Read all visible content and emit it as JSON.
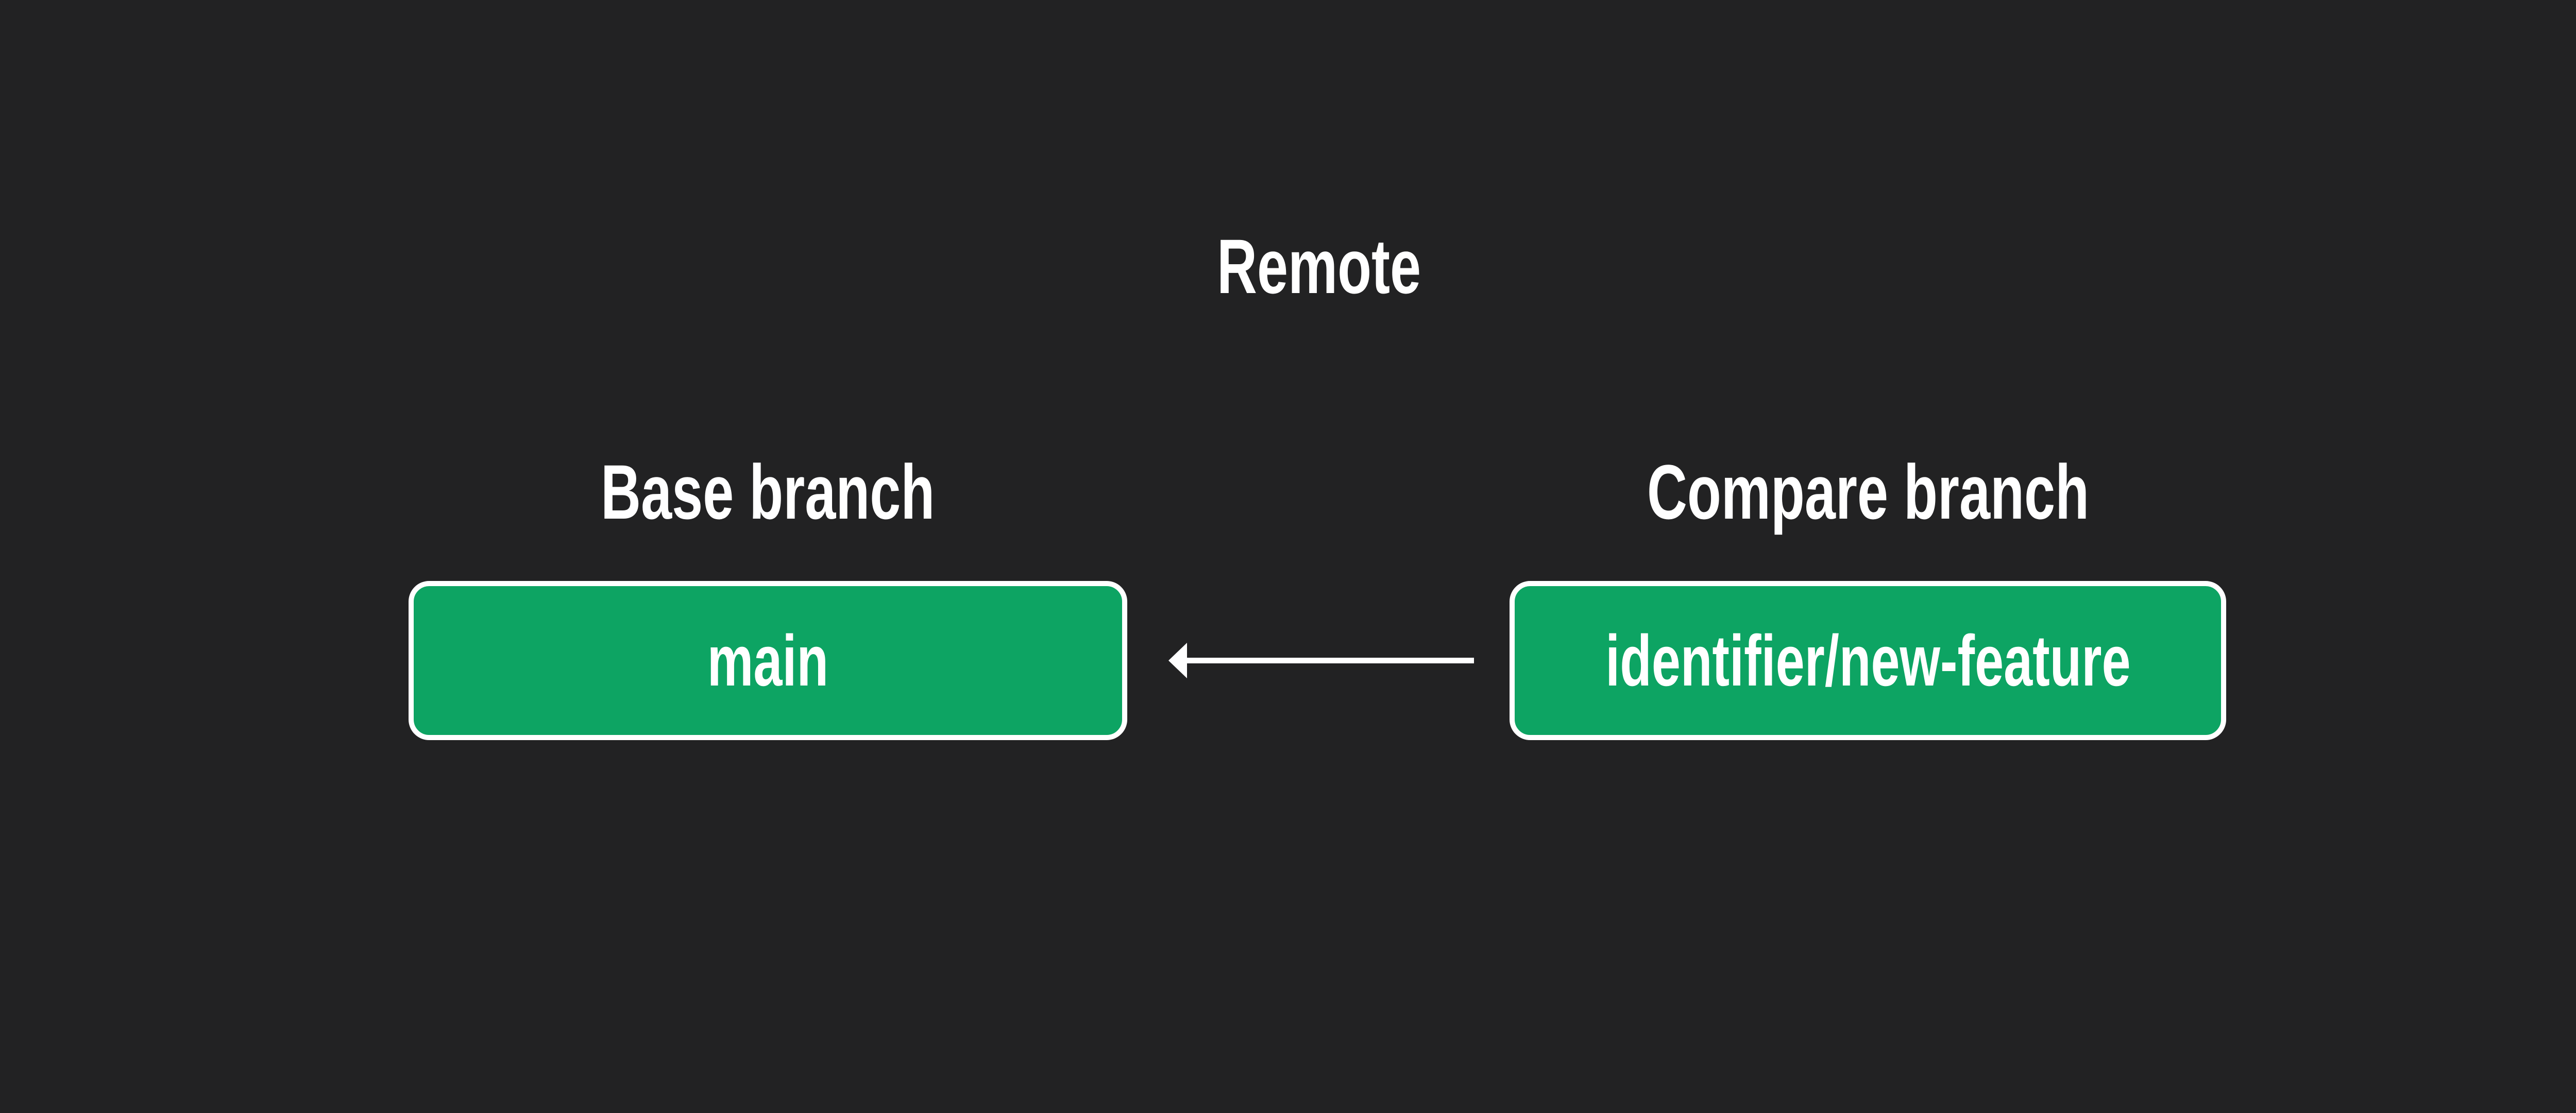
{
  "diagram": {
    "title": "Remote",
    "base": {
      "label": "Base branch",
      "branch": "main"
    },
    "compare": {
      "label": "Compare branch",
      "branch": "identifier/new-feature"
    },
    "arrow_direction": "left",
    "colors": {
      "background": "#222223",
      "branch_fill": "#0da463",
      "branch_border": "#ffffff",
      "text": "#ffffff",
      "arrow": "#ffffff"
    }
  }
}
